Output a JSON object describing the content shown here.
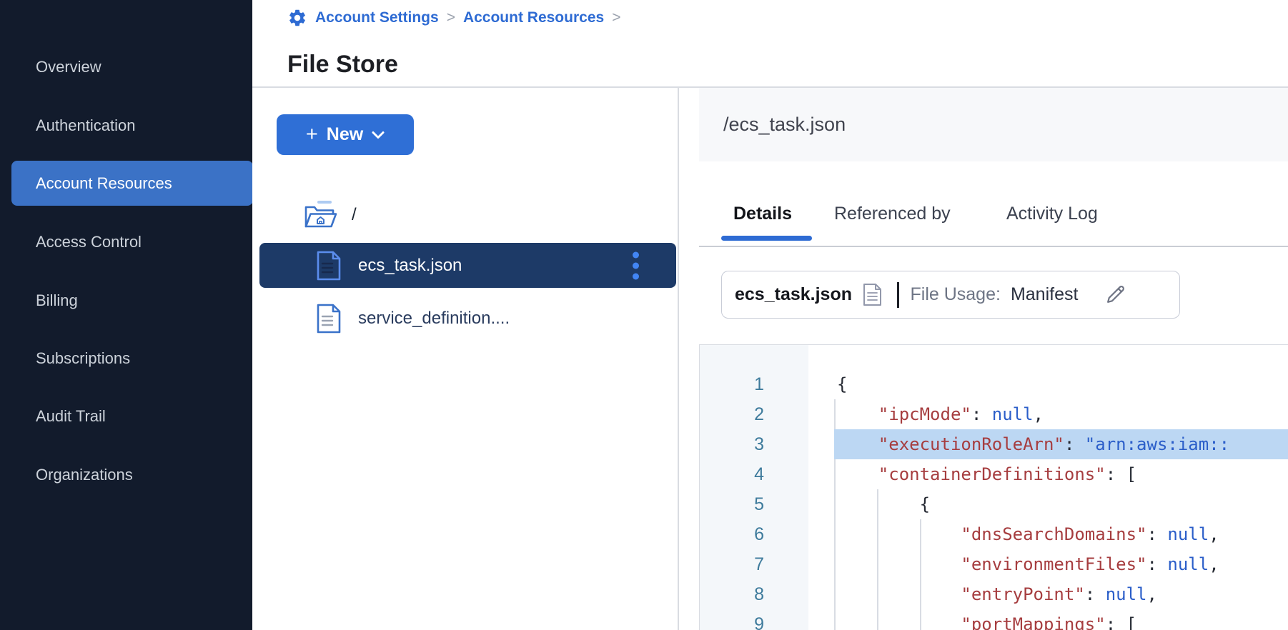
{
  "colors": {
    "sidebar_bg": "#121b2c",
    "sidebar_active": "#3b72c6",
    "link_blue": "#2e6bd3",
    "button_blue": "#2f6fd6",
    "selected_row_navy": "#1d3a67",
    "line_highlight": "#bcd7f3",
    "json_key": "#a63d3f",
    "json_value": "#2b5ec9",
    "line_number": "#3e7b9c"
  },
  "icons": {
    "gear": "settings gear glyph",
    "breadcrumb_separator": "›",
    "plus": "+",
    "chevron_down": "v chevron",
    "home_folder": "open folder with house",
    "document": "page with folded corner",
    "kebab_vertical": "three vertical dots",
    "divider_bar": "|",
    "pencil": "edit pencil outline"
  },
  "breadcrumb": {
    "separator": ">",
    "items": [
      {
        "label": "Account Settings"
      },
      {
        "label": "Account Resources"
      }
    ]
  },
  "page": {
    "title": "File Store"
  },
  "sidebar": {
    "items": [
      {
        "label": "Overview"
      },
      {
        "label": "Authentication"
      },
      {
        "label": "Account Resources"
      },
      {
        "label": "Access Control"
      },
      {
        "label": "Billing"
      },
      {
        "label": "Subscriptions"
      },
      {
        "label": "Audit Trail"
      },
      {
        "label": "Organizations"
      }
    ],
    "active_item": "Account Resources"
  },
  "file_panel": {
    "new_button_label": "New",
    "root_path": "/",
    "files": [
      {
        "name": "ecs_task.json",
        "selected": true
      },
      {
        "name": "service_definition....",
        "selected": false
      }
    ]
  },
  "details_panel": {
    "path_header": "/ecs_task.json",
    "tabs": [
      {
        "label": "Details",
        "active": true
      },
      {
        "label": "Referenced by",
        "active": false
      },
      {
        "label": "Activity Log",
        "active": false
      }
    ],
    "file_card": {
      "name": "ecs_task.json",
      "usage_label": "File Usage:",
      "usage_value": "Manifest"
    },
    "code": {
      "language": "json",
      "highlighted_line": 3,
      "lines": [
        {
          "num": 1,
          "highlight": false,
          "segments": [
            {
              "t": "{",
              "c": "p"
            }
          ]
        },
        {
          "num": 2,
          "highlight": false,
          "segments": [
            {
              "t": "    ",
              "c": "p"
            },
            {
              "t": "\"ipcMode\"",
              "c": "k"
            },
            {
              "t": ": ",
              "c": "p"
            },
            {
              "t": "null",
              "c": "v"
            },
            {
              "t": ",",
              "c": "p"
            }
          ]
        },
        {
          "num": 3,
          "highlight": true,
          "segments": [
            {
              "t": "    ",
              "c": "p"
            },
            {
              "t": "\"executionRoleArn\"",
              "c": "k"
            },
            {
              "t": ": ",
              "c": "p"
            },
            {
              "t": "\"arn:aws:iam::",
              "c": "v"
            }
          ]
        },
        {
          "num": 4,
          "highlight": false,
          "segments": [
            {
              "t": "    ",
              "c": "p"
            },
            {
              "t": "\"containerDefinitions\"",
              "c": "k"
            },
            {
              "t": ": [",
              "c": "p"
            }
          ]
        },
        {
          "num": 5,
          "highlight": false,
          "segments": [
            {
              "t": "        {",
              "c": "p"
            }
          ]
        },
        {
          "num": 6,
          "highlight": false,
          "segments": [
            {
              "t": "            ",
              "c": "p"
            },
            {
              "t": "\"dnsSearchDomains\"",
              "c": "k"
            },
            {
              "t": ": ",
              "c": "p"
            },
            {
              "t": "null",
              "c": "v"
            },
            {
              "t": ",",
              "c": "p"
            }
          ]
        },
        {
          "num": 7,
          "highlight": false,
          "segments": [
            {
              "t": "            ",
              "c": "p"
            },
            {
              "t": "\"environmentFiles\"",
              "c": "k"
            },
            {
              "t": ": ",
              "c": "p"
            },
            {
              "t": "null",
              "c": "v"
            },
            {
              "t": ",",
              "c": "p"
            }
          ]
        },
        {
          "num": 8,
          "highlight": false,
          "segments": [
            {
              "t": "            ",
              "c": "p"
            },
            {
              "t": "\"entryPoint\"",
              "c": "k"
            },
            {
              "t": ": ",
              "c": "p"
            },
            {
              "t": "null",
              "c": "v"
            },
            {
              "t": ",",
              "c": "p"
            }
          ]
        },
        {
          "num": 9,
          "highlight": false,
          "segments": [
            {
              "t": "            ",
              "c": "p"
            },
            {
              "t": "\"portMappings\"",
              "c": "k"
            },
            {
              "t": ": [",
              "c": "p"
            }
          ]
        }
      ]
    }
  }
}
